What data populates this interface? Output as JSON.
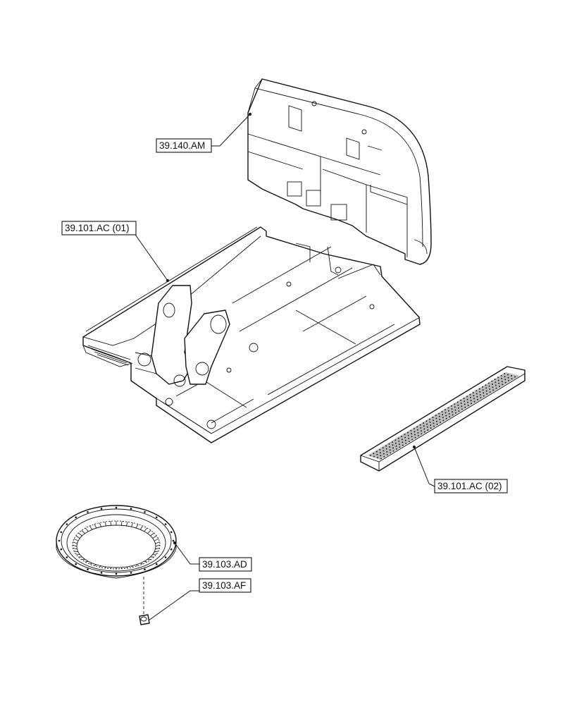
{
  "callouts": {
    "counterweight": "39.140.AM",
    "frame": "39.101.AC (01)",
    "step_plate": "39.101.AC (02)",
    "slewing_ring": "39.103.AD",
    "bolt": "39.103.AF"
  }
}
